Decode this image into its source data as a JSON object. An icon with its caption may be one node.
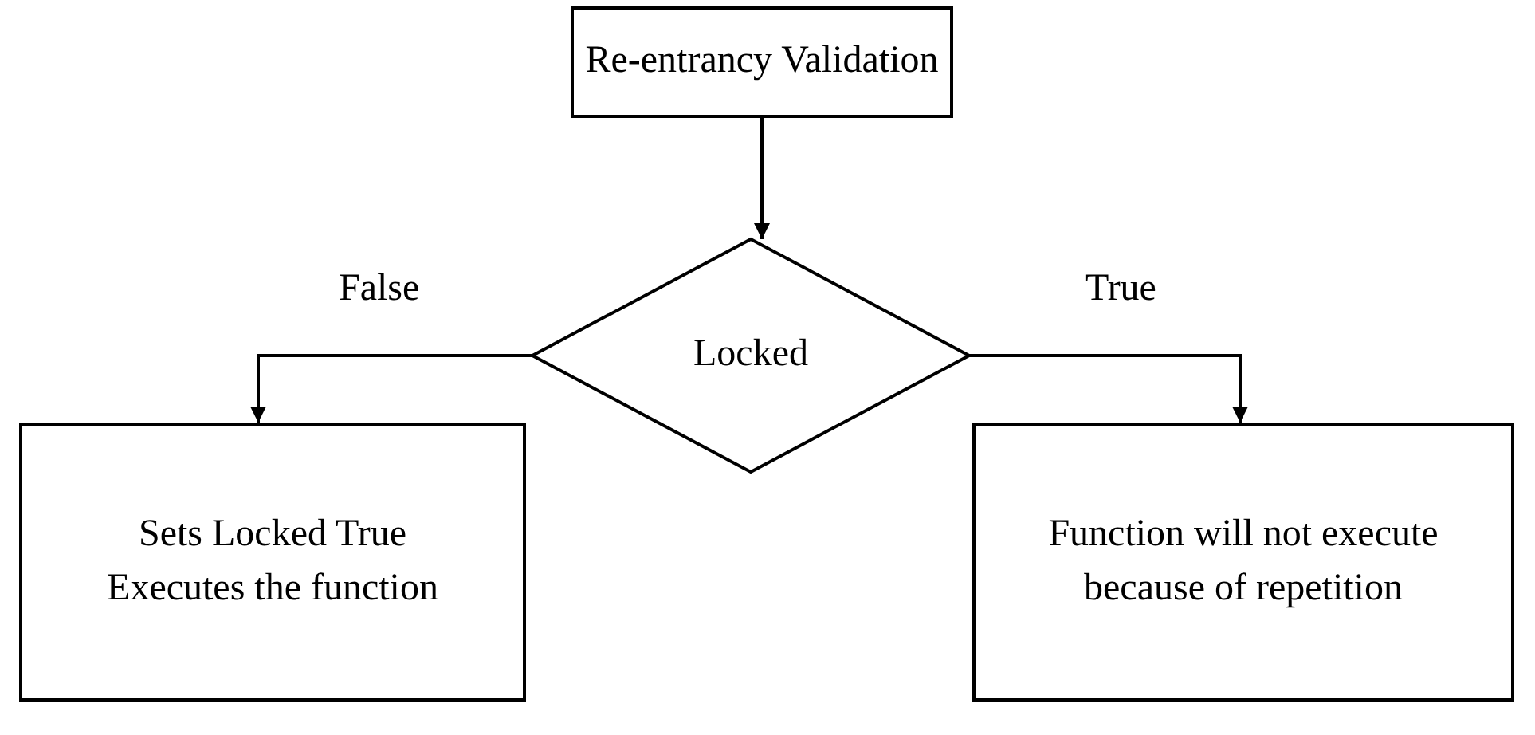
{
  "diagram": {
    "nodes": [
      {
        "text": [
          "Re-entrancy Validation"
        ]
      },
      {
        "text": [
          "Locked"
        ]
      },
      {
        "text": [
          "Sets Locked True",
          "Executes the function"
        ]
      },
      {
        "text": [
          "Function will not execute because of repetition"
        ]
      }
    ],
    "edges": [
      {
        "from": 0,
        "to": 1,
        "arrow": "to"
      },
      {
        "from": 1,
        "to": 2,
        "arrow": "to",
        "label": "False"
      },
      {
        "from": 1,
        "to": 3,
        "arrow": "to",
        "label": "True"
      }
    ]
  }
}
